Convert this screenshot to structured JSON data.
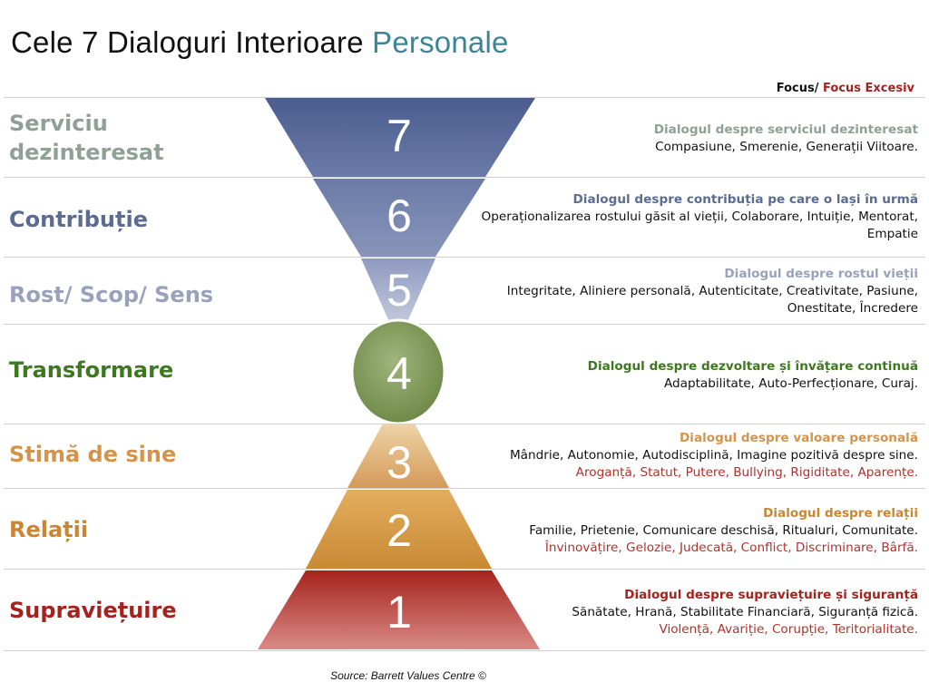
{
  "title": {
    "main": "Cele 7 Dialoguri Interioare",
    "accent": "Personale"
  },
  "focus": {
    "label": "Focus/",
    "excess": "Focus Excesiv"
  },
  "levels": [
    {
      "number": "7",
      "name": "Serviciu dezinteresat",
      "name_line1": "Serviciu",
      "name_line2": "dezinteresat",
      "heading": "Dialogul despre serviciul dezinteresat",
      "body": "Compasiune, Smerenie, Generații Viitoare.",
      "color": "#8fa094"
    },
    {
      "number": "6",
      "name": "Contribuție",
      "heading": "Dialogul despre contribuția pe care o lași în urmă",
      "body": "Operaționalizarea rostului găsit al vieții, Colaborare, Intuiție, Mentorat, Empatie",
      "color": "#5b6b92"
    },
    {
      "number": "5",
      "name": "Rost/ Scop/ Sens",
      "heading": "Dialogul despre rostul vieții",
      "body": "Integritate, Aliniere personală, Autenticitate, Creativitate, Pasiune, Onestitate, Încredere",
      "color": "#9aa1bb"
    },
    {
      "number": "4",
      "name": "Transformare",
      "heading": "Dialogul despre dezvoltare și învățare continuă",
      "body": "Adaptabilitate, Auto-Perfecționare, Curaj.",
      "color": "#3d7a1f"
    },
    {
      "number": "3",
      "name": "Stimă de sine",
      "heading": "Dialogul despre valoare personală",
      "body": "Mândrie, Autonomie, Autodisciplină, Imagine pozitivă despre sine.",
      "negative": "Aroganță, Statut, Putere, Bullying, Rigiditate, Aparențe.",
      "color": "#d4944c"
    },
    {
      "number": "2",
      "name": "Relații",
      "heading": "Dialogul despre relații",
      "body": "Familie, Prietenie, Comunicare deschisă, Ritualuri, Comunitate.",
      "negative": "Învinovățire, Gelozie, Judecată, Conflict, Discriminare, Bârfă.",
      "color": "#cc8632"
    },
    {
      "number": "1",
      "name": "Supraviețuire",
      "heading": "Dialogul despre supraviețuire și siguranță",
      "body": "Sănătate, Hrană, Stabilitate Financiară, Siguranță fizică.",
      "negative": "Violență, Avariție, Corupție, Teritorialitate.",
      "color": "#a3241f"
    }
  ],
  "source": "Source: Barrett Values Centre ©"
}
